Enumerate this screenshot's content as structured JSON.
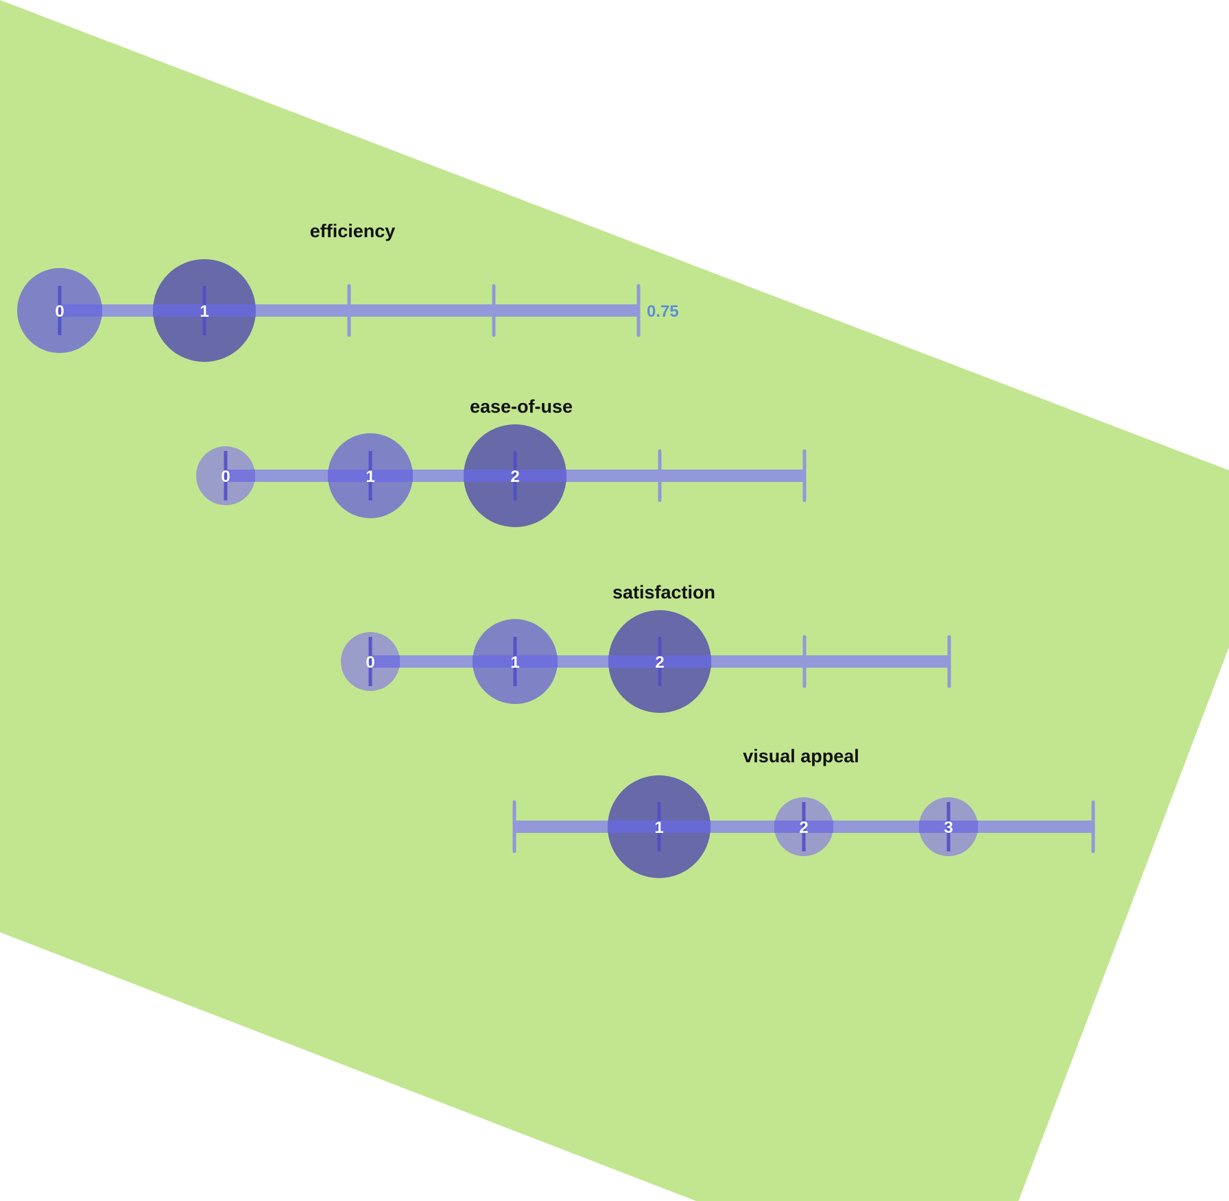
{
  "colors": {
    "background_shape": "#c2e690",
    "track": "#9298d9",
    "track_overlap": "#6a6ae4",
    "bubble_light": "#9a9cc9",
    "bubble_mid": "#7f83c6",
    "bubble_dark": "#6869a8",
    "tick_in_bubble": "#4f4fc8",
    "end_label": "#5b8fd6",
    "title": "#111111",
    "dot_label": "#ffffff"
  },
  "chart_data": {
    "type": "scatter",
    "description_of_encoding": "",
    "rows": [
      {
        "title": "efficiency",
        "ticks": [
          0,
          1,
          2,
          3,
          4
        ],
        "bubbles": [
          {
            "x": 0,
            "label": "0",
            "weight": "mid"
          },
          {
            "x": 1,
            "label": "1",
            "weight": "dark"
          }
        ],
        "end_label": "0.75"
      },
      {
        "title": "ease-of-use",
        "ticks": [
          0,
          1,
          2,
          3,
          4
        ],
        "bubbles": [
          {
            "x": 0,
            "label": "0",
            "weight": "light"
          },
          {
            "x": 1,
            "label": "1",
            "weight": "mid"
          },
          {
            "x": 2,
            "label": "2",
            "weight": "dark"
          }
        ],
        "end_label": ""
      },
      {
        "title": "satisfaction",
        "ticks": [
          0,
          1,
          2,
          3,
          4
        ],
        "bubbles": [
          {
            "x": 0,
            "label": "0",
            "weight": "light"
          },
          {
            "x": 1,
            "label": "1",
            "weight": "mid"
          },
          {
            "x": 2,
            "label": "2",
            "weight": "dark"
          }
        ],
        "end_label": ""
      },
      {
        "title": "visual appeal",
        "ticks": [
          0,
          1,
          2,
          3,
          4
        ],
        "bubbles": [
          {
            "x": 1,
            "label": "1",
            "weight": "dark"
          },
          {
            "x": 2,
            "label": "2",
            "weight": "light"
          },
          {
            "x": 3,
            "label": "3",
            "weight": "light"
          }
        ],
        "end_label": ""
      }
    ]
  }
}
